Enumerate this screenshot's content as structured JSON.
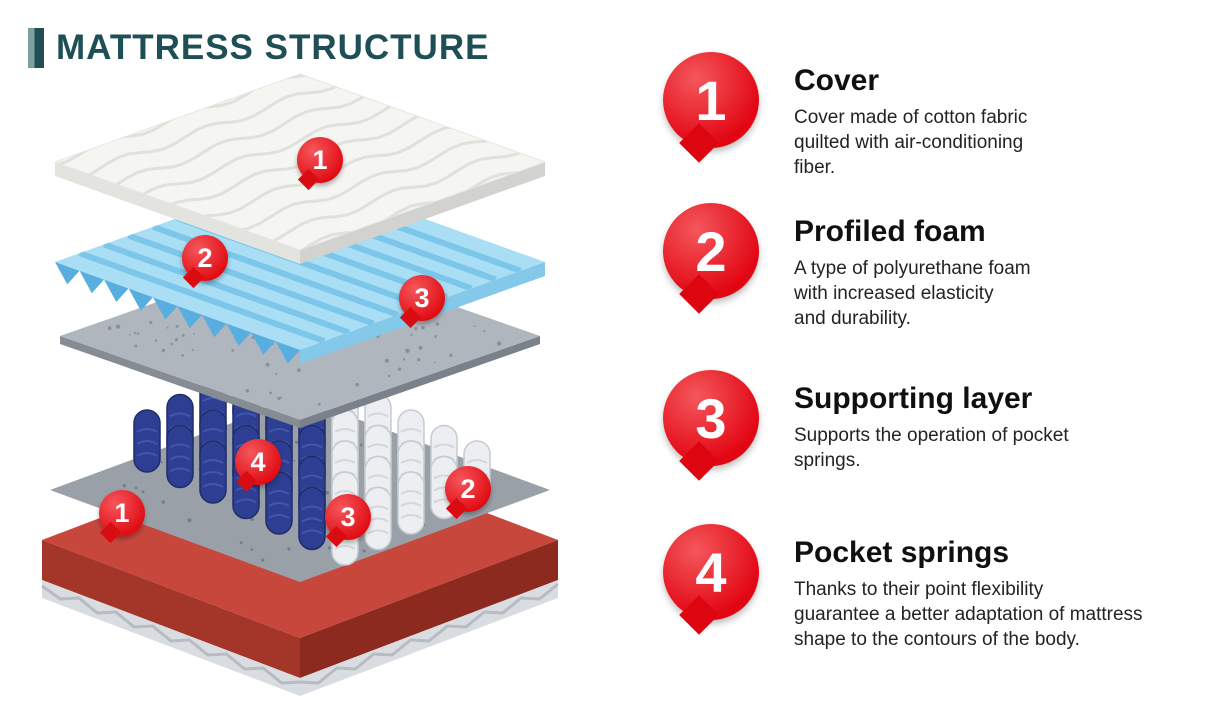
{
  "header": {
    "title": "MATTRESS STRUCTURE"
  },
  "colors": {
    "accent_red": "#e20613",
    "title_teal": "#1d4f55",
    "foam_blue": "#a9def5",
    "spring_navy": "#2e3f93",
    "base_red": "#c8473d",
    "felt_gray": "#b0b6be"
  },
  "diagram": {
    "markers": [
      {
        "label": "1"
      },
      {
        "label": "2"
      },
      {
        "label": "3"
      },
      {
        "label": "4"
      },
      {
        "label": "3"
      },
      {
        "label": "2"
      },
      {
        "label": "1"
      }
    ]
  },
  "legend": {
    "items": [
      {
        "number": "1",
        "title": "Cover",
        "description": "Cover made of cotton fabric\nquilted with air-conditioning\nfiber."
      },
      {
        "number": "2",
        "title": "Profiled foam",
        "description": "A type of polyurethane foam\nwith increased elasticity\nand durability."
      },
      {
        "number": "3",
        "title": "Supporting layer",
        "description": "Supports the operation of pocket\nsprings."
      },
      {
        "number": "4",
        "title": "Pocket springs",
        "description": "Thanks to their point flexibility\nguarantee a better adaptation of mattress\nshape to the contours of the body."
      }
    ]
  }
}
